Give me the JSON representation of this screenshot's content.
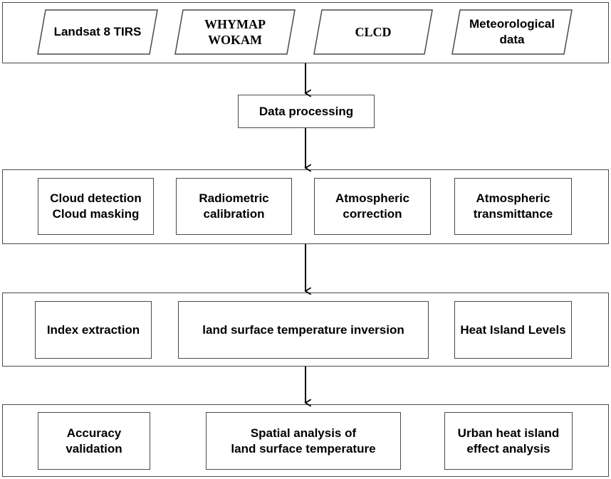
{
  "data_sources": [
    {
      "label": "Landsat 8 TIRS"
    },
    {
      "label": "WHYMAP\nWOKAM"
    },
    {
      "label": "CLCD"
    },
    {
      "label": "Meteorological\ndata"
    }
  ],
  "data_processing": {
    "label": "Data processing"
  },
  "preprocessing": [
    {
      "label": "Cloud detection\nCloud masking"
    },
    {
      "label": "Radiometric\ncalibration"
    },
    {
      "label": "Atmospheric\ncorrection"
    },
    {
      "label": "Atmospheric\ntransmittance"
    }
  ],
  "inversion": [
    {
      "label": "Index extraction"
    },
    {
      "label": "land surface temperature inversion"
    },
    {
      "label": "Heat Island Levels"
    }
  ],
  "analysis": [
    {
      "label": "Accuracy\nvalidation"
    },
    {
      "label": "Spatial analysis of\nland surface temperature"
    },
    {
      "label": "Urban heat island\neffect analysis"
    }
  ]
}
